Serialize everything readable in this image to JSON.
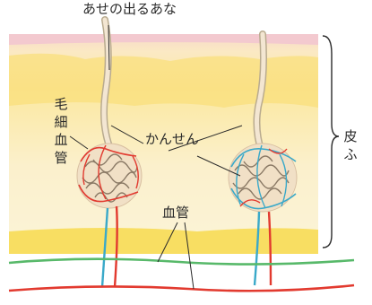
{
  "labels": {
    "sweat_pore": "あせの出るあな",
    "capillary": "毛細血管",
    "gland": "かんせん",
    "skin": "皮ふ",
    "blood_vessel": "血管"
  },
  "colors": {
    "skin_yellow": "#f7df6a",
    "skin_pale": "#fbf2c6",
    "skin_top_pink": "#f4cfd5",
    "artery_red": "#e23a2f",
    "vein_blue": "#3aa9c9",
    "green_vessel": "#58b96a",
    "gland_tube": "#f3e6d2"
  }
}
